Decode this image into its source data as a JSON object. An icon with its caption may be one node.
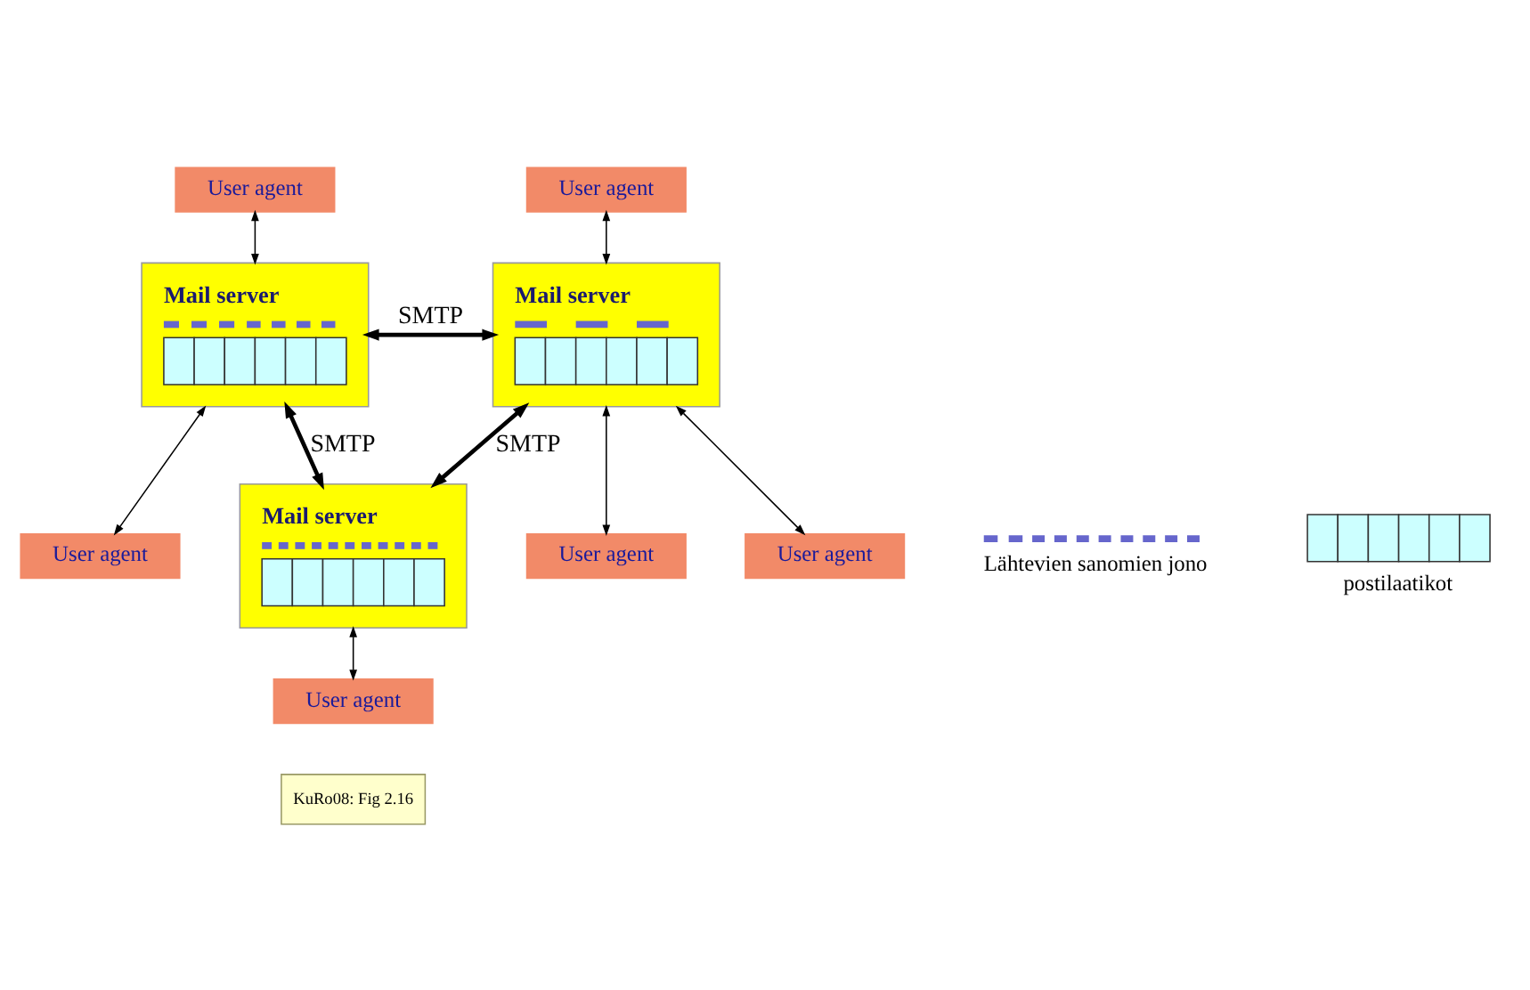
{
  "diagram": {
    "nodes": [
      {
        "text": [
          "User agent"
        ]
      },
      {
        "text": [
          "Mail server"
        ]
      },
      {
        "text": [
          "User agent"
        ]
      },
      {
        "text": [
          "Mail server"
        ]
      },
      {
        "text": [
          "User agent"
        ]
      },
      {
        "text": [
          "User agent"
        ]
      },
      {
        "text": [
          "User agent"
        ]
      },
      {
        "text": [
          "Mail server"
        ]
      },
      {
        "text": [
          "User agent"
        ]
      }
    ],
    "edges": [
      {
        "from": 0,
        "to": 1,
        "arrow": "both"
      },
      {
        "from": 1,
        "to": 5,
        "arrow": "both"
      },
      {
        "from": 1,
        "to": 3,
        "arrow": "both",
        "label": "SMTP",
        "style": "thick"
      },
      {
        "from": 2,
        "to": 3,
        "arrow": "both"
      },
      {
        "from": 3,
        "to": 4,
        "arrow": "both"
      },
      {
        "from": 3,
        "to": 6,
        "arrow": "both"
      },
      {
        "from": 1,
        "to": 7,
        "arrow": "both",
        "label": "SMTP",
        "style": "thick"
      },
      {
        "from": 3,
        "to": 7,
        "arrow": "both",
        "label": "SMTP",
        "style": "thick"
      },
      {
        "from": 7,
        "to": 8,
        "arrow": "both"
      }
    ],
    "labels": [
      "KuRo08: Fig 2.16"
    ],
    "legend": [
      {
        "text": "Lähtevien sanomien jono"
      },
      {
        "text": "postilaatikot"
      }
    ]
  }
}
